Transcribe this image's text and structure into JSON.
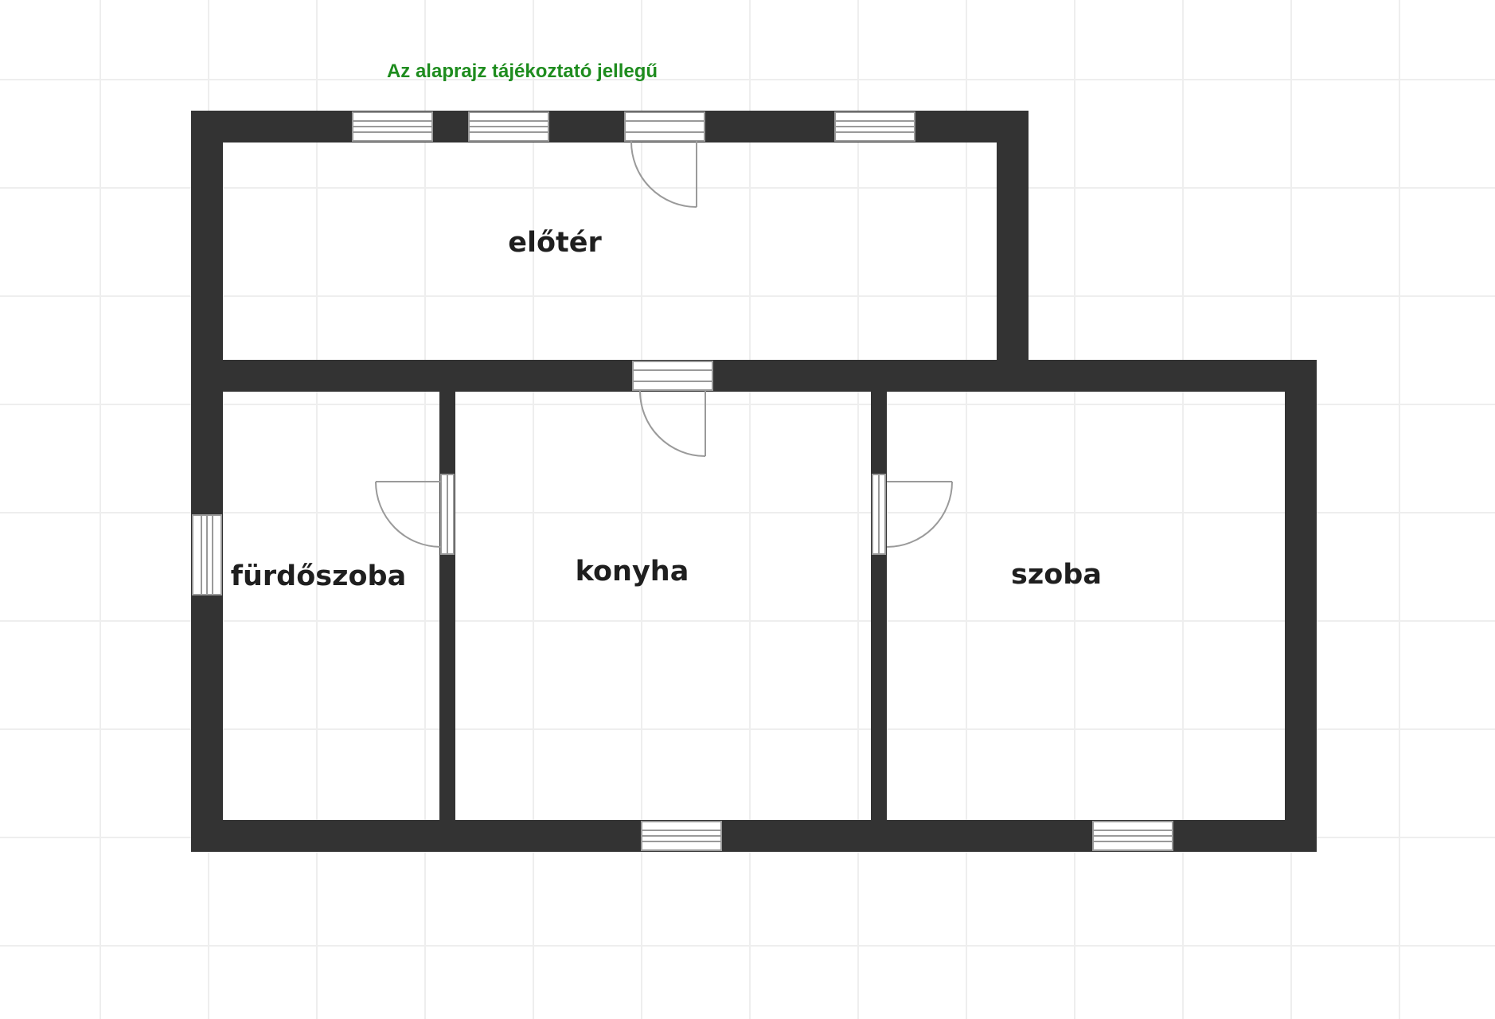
{
  "note": {
    "text": "Az alaprajz tájékoztató jellegű",
    "color": "#1e8c1e"
  },
  "rooms": [
    {
      "label": "előtér"
    },
    {
      "label": "fürdőszoba"
    },
    {
      "label": "konyha"
    },
    {
      "label": "szoba"
    }
  ],
  "colors": {
    "wall": "#333333",
    "grid": "#eeeeee",
    "opening": "#9a9a9a"
  }
}
